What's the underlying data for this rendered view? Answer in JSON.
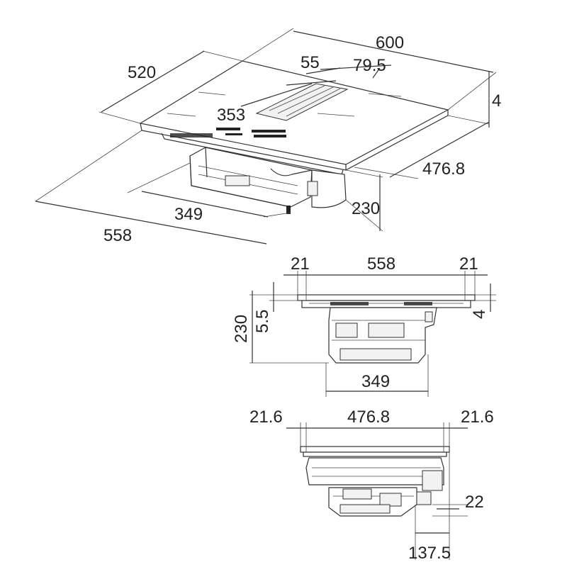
{
  "iso_view": {
    "dim_width": "600",
    "dim_depth": "520",
    "dim_vent_a": "55",
    "dim_vent_b": "79.5",
    "dim_vent_c": "353",
    "dim_thickness": "4",
    "dim_cutout_depth": "476.8",
    "dim_height": "230",
    "dim_box_width": "349",
    "dim_cutout_width": "558"
  },
  "front_view": {
    "dim_left_margin": "21",
    "dim_cutout_width": "558",
    "dim_right_margin": "21",
    "dim_total_height": "230",
    "dim_top_thickness": "5.5",
    "dim_glass_thickness": "4",
    "dim_box_width": "349"
  },
  "side_view": {
    "dim_left_margin": "21.6",
    "dim_cutout_depth": "476.8",
    "dim_right_margin": "21.6",
    "dim_outlet_offset": "22",
    "dim_outlet_depth": "137.5"
  }
}
